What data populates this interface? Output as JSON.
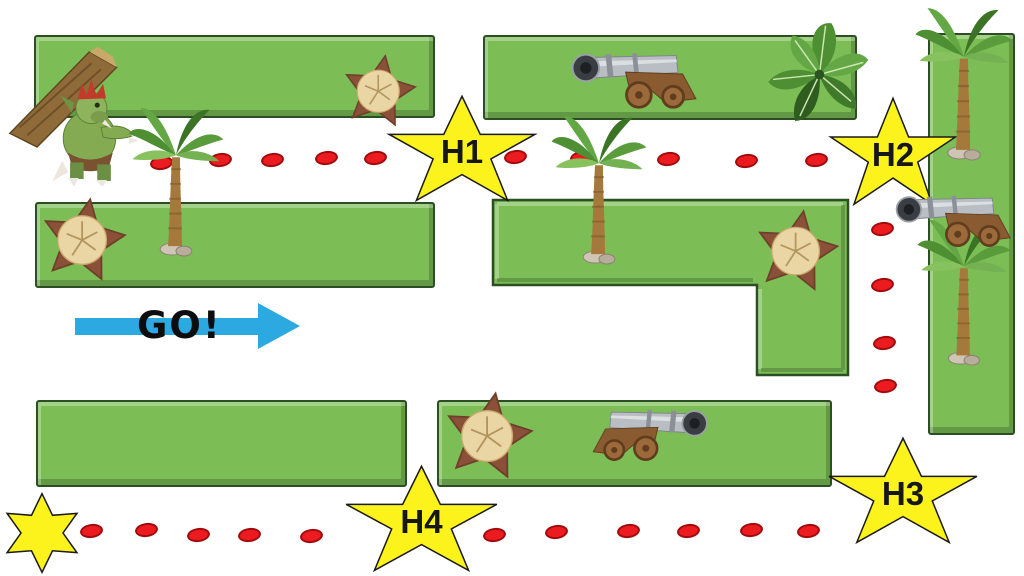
{
  "board": {
    "go_label": "GO!",
    "checkpoints": [
      {
        "label": "H1"
      },
      {
        "label": "H2"
      },
      {
        "label": "H3"
      },
      {
        "label": "H4"
      }
    ],
    "start_marker": {
      "shape": "six-point-star",
      "label": ""
    },
    "paths": {
      "top_row_dots": 10,
      "vertical_dots": 4,
      "bottom_row_dots": 11
    },
    "platform_count": 7,
    "decorations": {
      "troll": 1,
      "palm_trees": 4,
      "starfish": 4,
      "cannons": 3,
      "leafy_plants": 1
    }
  },
  "colors": {
    "platform_green": "#7cbe55",
    "platform_outline": "#2b4e22",
    "star_yellow": "#fcf31d",
    "dot_red": "#ec1b1f",
    "arrow_blue": "#2ba9e0"
  }
}
